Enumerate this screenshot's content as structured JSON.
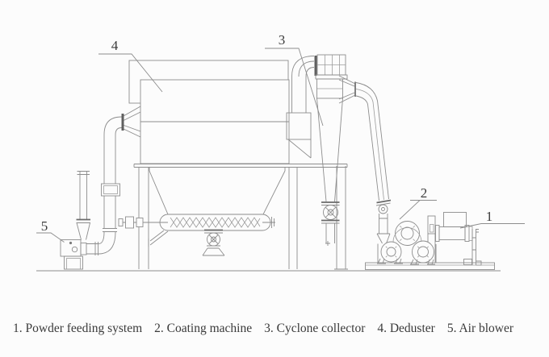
{
  "page": {
    "background": "#fcfcfc"
  },
  "colors": {
    "line": "#8d8d8d",
    "flange": "#5f5f5f",
    "text": "#3a3a3a"
  },
  "diagram": {
    "callouts": [
      {
        "number": "1",
        "name": "Powder feeding system"
      },
      {
        "number": "2",
        "name": "Coating machine"
      },
      {
        "number": "3",
        "name": "Cyclone collector"
      },
      {
        "number": "4",
        "name": "Deduster"
      },
      {
        "number": "5",
        "name": "Air blower"
      }
    ]
  },
  "caption": {
    "items": [
      "1. Powder feeding system",
      "2. Coating machine",
      "3. Cyclone collector",
      "4. Deduster",
      "5. Air blower"
    ]
  }
}
